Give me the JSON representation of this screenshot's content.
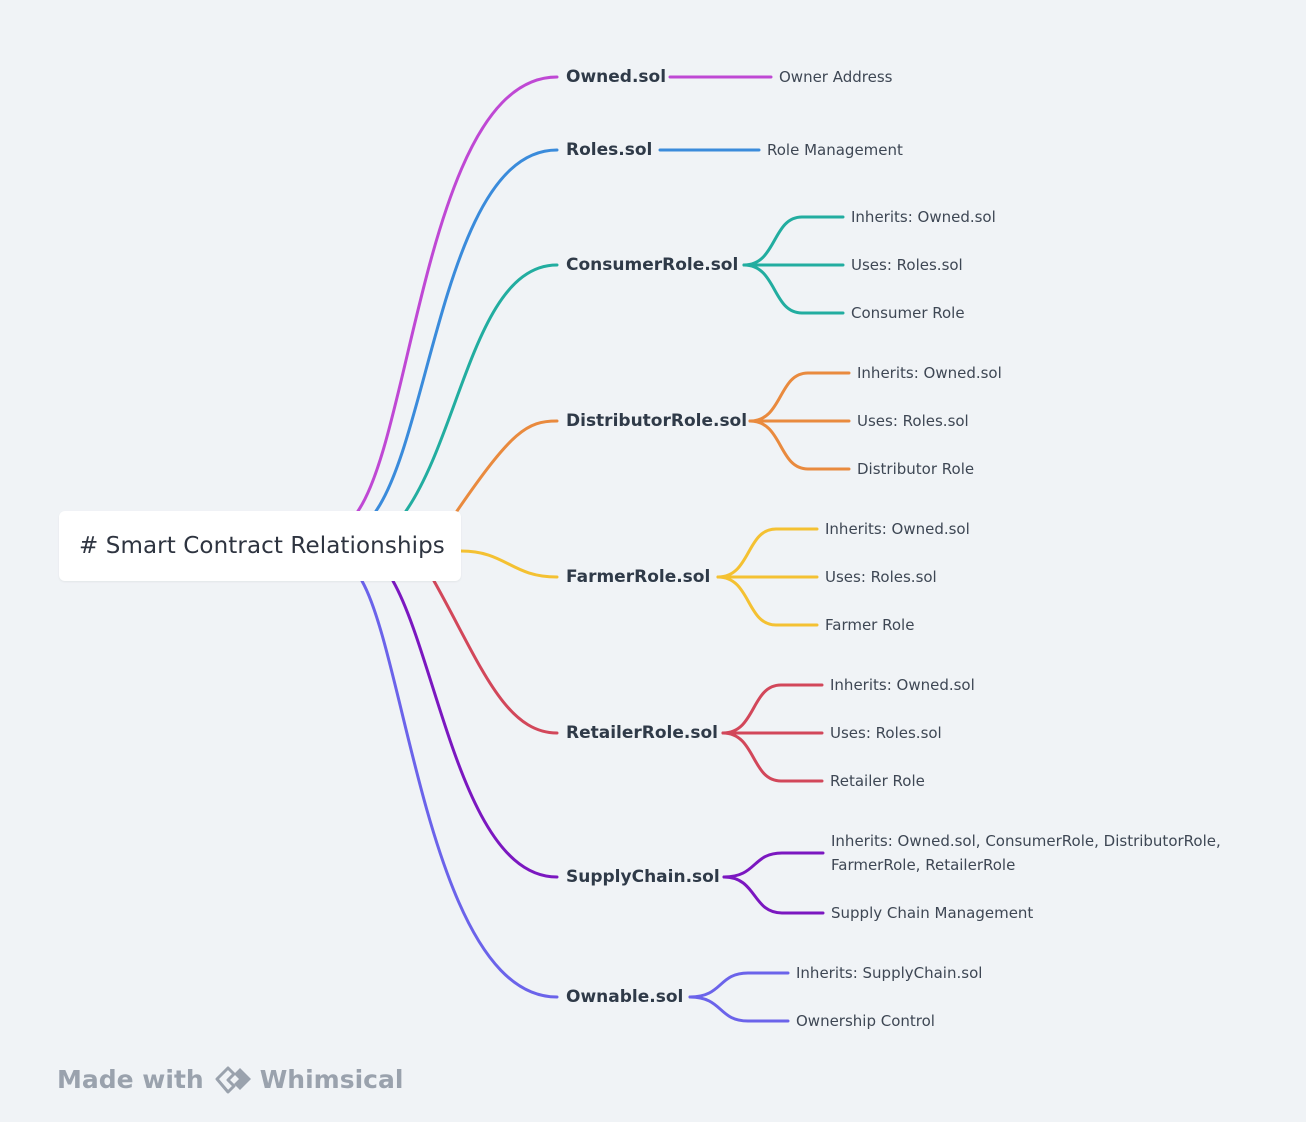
{
  "root": {
    "title": "# Smart Contract Relationships"
  },
  "branches": [
    {
      "id": "owned",
      "label": "Owned.sol",
      "color": "#bf48d4",
      "children": [
        "Owner Address"
      ]
    },
    {
      "id": "roles",
      "label": "Roles.sol",
      "color": "#3a8bdb",
      "children": [
        "Role Management"
      ]
    },
    {
      "id": "consumer",
      "label": "ConsumerRole.sol",
      "color": "#22ada0",
      "children": [
        "Inherits: Owned.sol",
        "Uses: Roles.sol",
        "Consumer Role"
      ]
    },
    {
      "id": "distributor",
      "label": "DistributorRole.sol",
      "color": "#e98a3e",
      "children": [
        "Inherits: Owned.sol",
        "Uses: Roles.sol",
        "Distributor Role"
      ]
    },
    {
      "id": "farmer",
      "label": "FarmerRole.sol",
      "color": "#f4c132",
      "children": [
        "Inherits: Owned.sol",
        "Uses: Roles.sol",
        "Farmer Role"
      ]
    },
    {
      "id": "retailer",
      "label": "RetailerRole.sol",
      "color": "#d2475a",
      "children": [
        "Inherits: Owned.sol",
        "Uses: Roles.sol",
        "Retailer Role"
      ]
    },
    {
      "id": "supplychain",
      "label": "SupplyChain.sol",
      "color": "#7b17c0",
      "children": [
        "Inherits: Owned.sol, ConsumerRole, DistributorRole,\nFarmerRole, RetailerRole",
        "Supply Chain Management"
      ]
    },
    {
      "id": "ownable",
      "label": "Ownable.sol",
      "color": "#6b63ea",
      "children": [
        "Inherits: SupplyChain.sol",
        "Ownership Control"
      ]
    }
  ],
  "footer": {
    "made_with": "Made with",
    "brand": "Whimsical",
    "logo_icon": "whimsical-logo-icon"
  }
}
